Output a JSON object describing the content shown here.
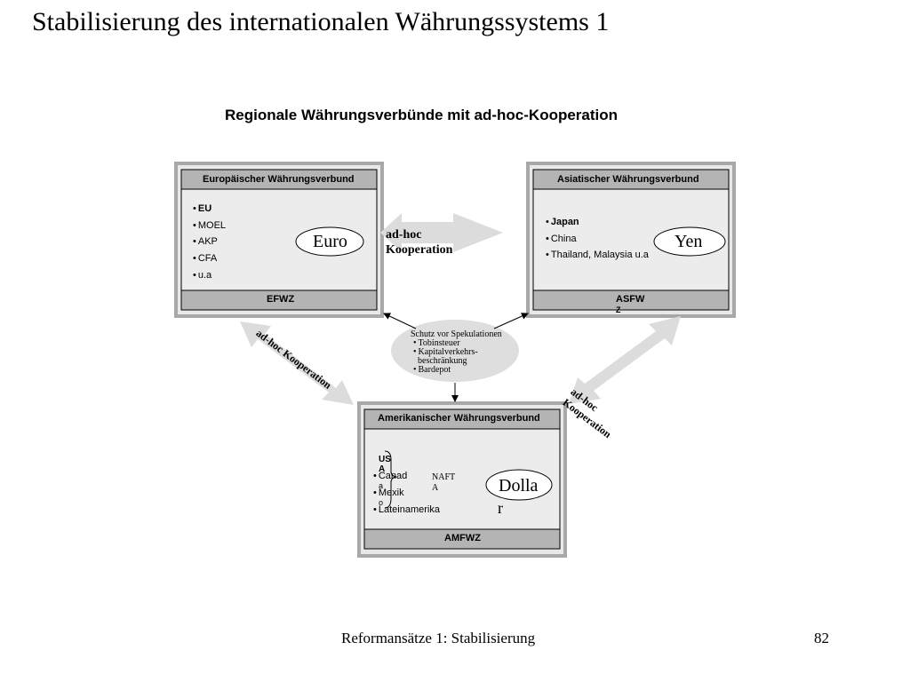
{
  "slide": {
    "title": "Stabilisierung des internationalen Währungssystems 1",
    "footer_text": "Reformansätze 1: Stabilisierung",
    "page_number": "82"
  },
  "diagram": {
    "title": "Regionale Währungsverbünde mit ad-hoc-Kooperation",
    "europe": {
      "title": "Europäischer Währungsverbund",
      "items": [
        "EU",
        "MOEL",
        "AKP",
        "CFA",
        "u.a"
      ],
      "currency": "Euro",
      "footer": "EFWZ"
    },
    "asia": {
      "title": "Asiatischer Währungsverbund",
      "items": [
        "Japan",
        "China",
        "Thailand, Malaysia u.a"
      ],
      "currency": "Yen",
      "footer": "ASFW",
      "footer_overflow": "Z"
    },
    "america": {
      "title": "Amerikanischer Währungsverbund",
      "usa": "US",
      "usa_overflow": "A",
      "items": [
        "Canad",
        "Mexik",
        "Lateinamerika"
      ],
      "items_overflow": [
        "a",
        "o"
      ],
      "group_label": "NAFT",
      "group_label_overflow": "A",
      "currency": "Dolla",
      "currency_overflow": "r",
      "footer": "AMFWZ"
    },
    "cooperation": {
      "top": [
        "ad-hoc",
        "Kooperation"
      ],
      "left": "ad-hoc Kooperation",
      "right": [
        "ad-hoc",
        "Kooperation"
      ]
    },
    "speculation": {
      "heading": "Schutz vor Spekulationen",
      "items": [
        "Tobinsteuer",
        "Kapitalverkehrs-",
        "beschränkung",
        "Bardepot"
      ]
    }
  }
}
